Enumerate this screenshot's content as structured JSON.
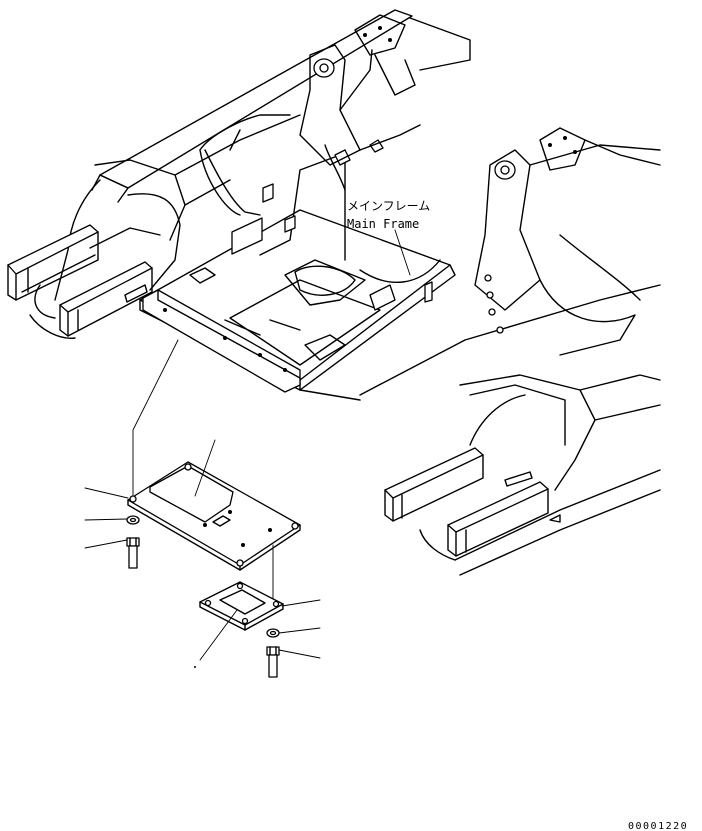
{
  "labels": {
    "main_frame_jp": "メインフレーム",
    "main_frame_en": "Main Frame"
  },
  "catalog_number": "00001220"
}
